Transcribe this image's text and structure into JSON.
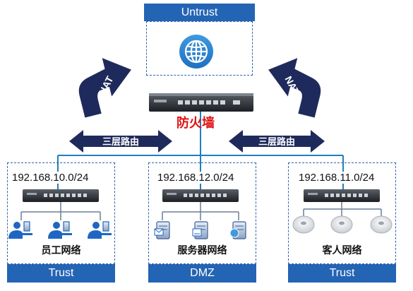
{
  "untrust": {
    "label": "Untrust"
  },
  "firewall": {
    "label": "防火墙"
  },
  "links": {
    "nat_left": "NAT",
    "nat_right": "NAT",
    "routing_left": "三层路由",
    "routing_right": "三层路由"
  },
  "zones": [
    {
      "subnet": "192.168.10.0/24",
      "network_name": "员工网络",
      "zone_label": "Trust",
      "endpoint_type": "user-icon"
    },
    {
      "subnet": "192.168.12.0/24",
      "network_name": "服务器网络",
      "zone_label": "DMZ",
      "endpoint_type": "server-icon"
    },
    {
      "subnet": "192.168.11.0/24",
      "network_name": "客人网络",
      "zone_label": "Trust",
      "endpoint_type": "access-point-icon"
    }
  ],
  "colors": {
    "zone_fill": "#2464b4",
    "dash": "#2f62a8",
    "arrow_fill": "#1f2a5c",
    "firewall_label": "#e01010",
    "link_line": "#1f7fbf"
  }
}
